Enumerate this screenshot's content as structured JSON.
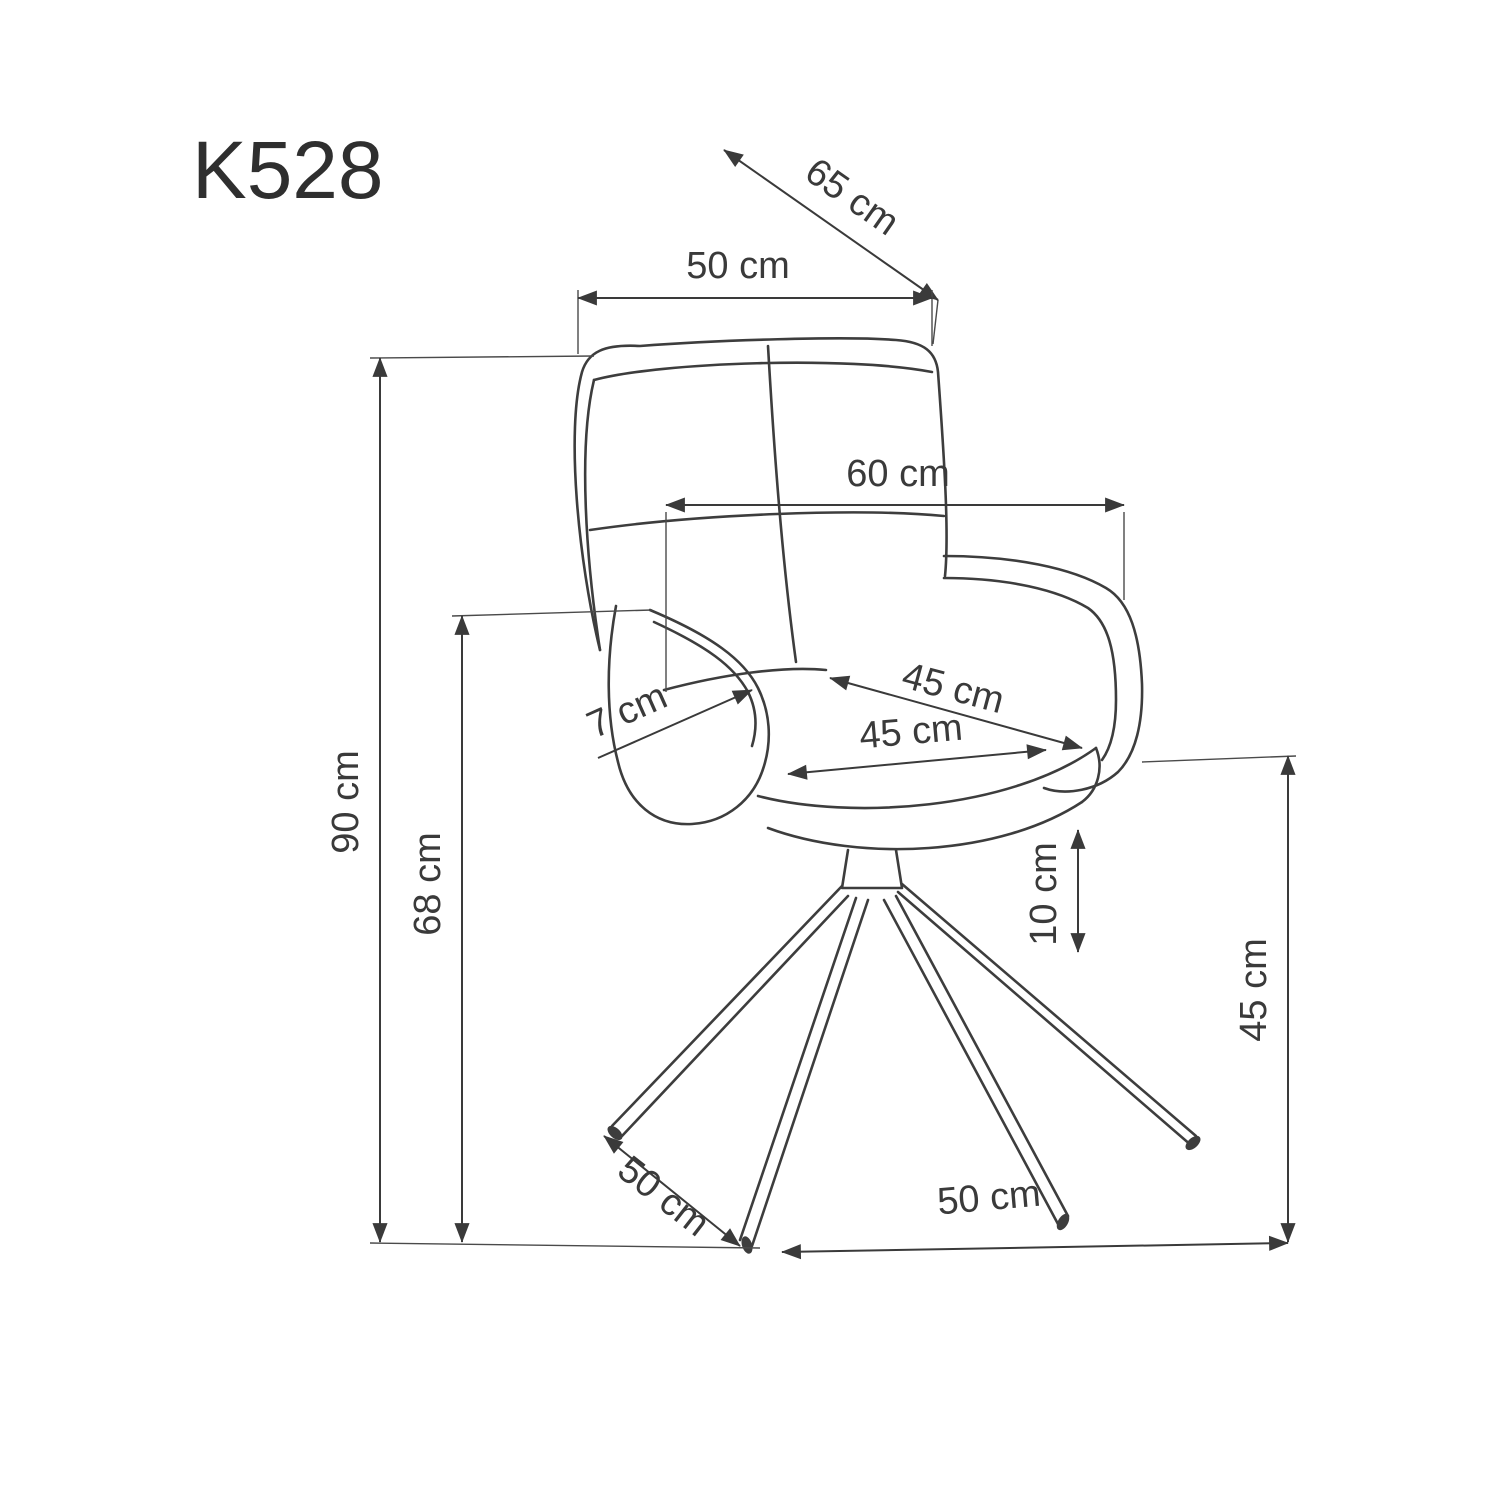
{
  "title": "K528",
  "dimensions": {
    "overall_depth": "65 cm",
    "backrest_width": "50 cm",
    "overall_width": "60 cm",
    "overall_height": "90 cm",
    "armrest_height": "68 cm",
    "armrest_thickness": "7 cm",
    "seat_depth": "45 cm",
    "seat_width": "45 cm",
    "cushion_thickness": "10 cm",
    "seat_height": "45 cm",
    "base_depth": "50 cm",
    "base_width": "50 cm"
  }
}
